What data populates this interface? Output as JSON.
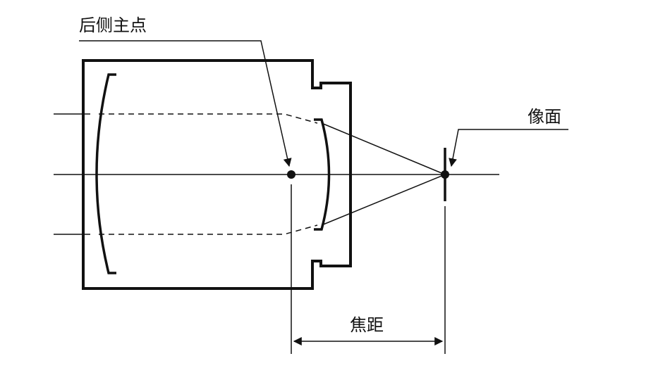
{
  "labels": {
    "rear_principal_point": "后侧主点",
    "image_plane": "像面",
    "focal_length": "焦距"
  },
  "colors": {
    "ink": "#111111",
    "background": "#ffffff"
  }
}
